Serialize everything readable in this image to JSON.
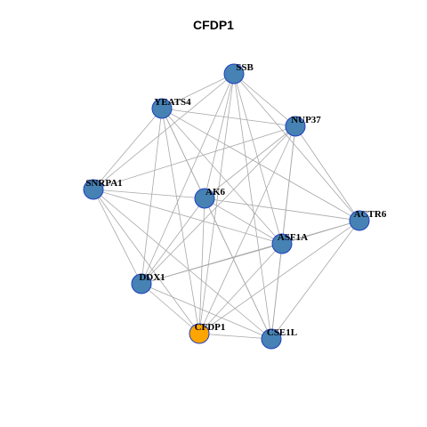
{
  "title": "CFDP1",
  "colors": {
    "node": "#4682b4",
    "focus": "#ffa500",
    "edge": "#a8a8a8",
    "node_border": "#1f3fbf"
  },
  "nodes": [
    {
      "id": "SSB",
      "focus": false
    },
    {
      "id": "YEATS4",
      "focus": false
    },
    {
      "id": "NUP37",
      "focus": false
    },
    {
      "id": "SNRPA1",
      "focus": false
    },
    {
      "id": "AK6",
      "focus": false
    },
    {
      "id": "ACTR6",
      "focus": false
    },
    {
      "id": "ASF1A",
      "focus": false
    },
    {
      "id": "DDX1",
      "focus": false
    },
    {
      "id": "CFDP1",
      "focus": true
    },
    {
      "id": "CSE1L",
      "focus": false
    }
  ],
  "edges": [
    [
      "SSB",
      "YEATS4"
    ],
    [
      "SSB",
      "NUP37"
    ],
    [
      "SSB",
      "SNRPA1"
    ],
    [
      "SSB",
      "AK6"
    ],
    [
      "SSB",
      "ACTR6"
    ],
    [
      "SSB",
      "ASF1A"
    ],
    [
      "SSB",
      "DDX1"
    ],
    [
      "SSB",
      "CFDP1"
    ],
    [
      "SSB",
      "CSE1L"
    ],
    [
      "YEATS4",
      "NUP37"
    ],
    [
      "YEATS4",
      "SNRPA1"
    ],
    [
      "YEATS4",
      "AK6"
    ],
    [
      "YEATS4",
      "ACTR6"
    ],
    [
      "YEATS4",
      "ASF1A"
    ],
    [
      "YEATS4",
      "DDX1"
    ],
    [
      "YEATS4",
      "CFDP1"
    ],
    [
      "YEATS4",
      "CSE1L"
    ],
    [
      "NUP37",
      "SNRPA1"
    ],
    [
      "NUP37",
      "AK6"
    ],
    [
      "NUP37",
      "ACTR6"
    ],
    [
      "NUP37",
      "ASF1A"
    ],
    [
      "NUP37",
      "DDX1"
    ],
    [
      "NUP37",
      "CFDP1"
    ],
    [
      "NUP37",
      "CSE1L"
    ],
    [
      "SNRPA1",
      "AK6"
    ],
    [
      "SNRPA1",
      "ASF1A"
    ],
    [
      "SNRPA1",
      "DDX1"
    ],
    [
      "SNRPA1",
      "CFDP1"
    ],
    [
      "SNRPA1",
      "CSE1L"
    ],
    [
      "AK6",
      "ACTR6"
    ],
    [
      "AK6",
      "ASF1A"
    ],
    [
      "AK6",
      "DDX1"
    ],
    [
      "AK6",
      "CFDP1"
    ],
    [
      "AK6",
      "CSE1L"
    ],
    [
      "ACTR6",
      "ASF1A"
    ],
    [
      "ACTR6",
      "DDX1"
    ],
    [
      "ACTR6",
      "CFDP1"
    ],
    [
      "ACTR6",
      "CSE1L"
    ],
    [
      "ASF1A",
      "DDX1"
    ],
    [
      "ASF1A",
      "CFDP1"
    ],
    [
      "ASF1A",
      "CSE1L"
    ],
    [
      "DDX1",
      "CFDP1"
    ],
    [
      "DDX1",
      "CSE1L"
    ],
    [
      "CFDP1",
      "CSE1L"
    ]
  ]
}
